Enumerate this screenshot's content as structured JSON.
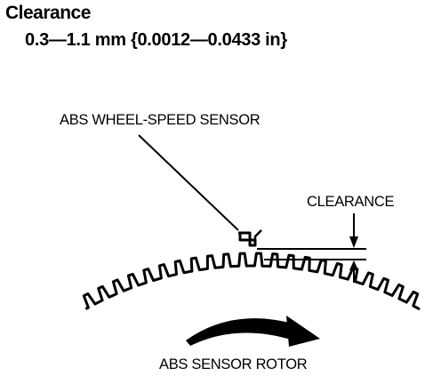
{
  "title": "Clearance",
  "spec": "0.3—1.1 mm {0.0012—0.0433 in}",
  "labels": {
    "sensor": "ABS WHEEL-SPEED SENSOR",
    "clearance": "CLEARANCE",
    "rotor": "ABS SENSOR ROTOR"
  }
}
